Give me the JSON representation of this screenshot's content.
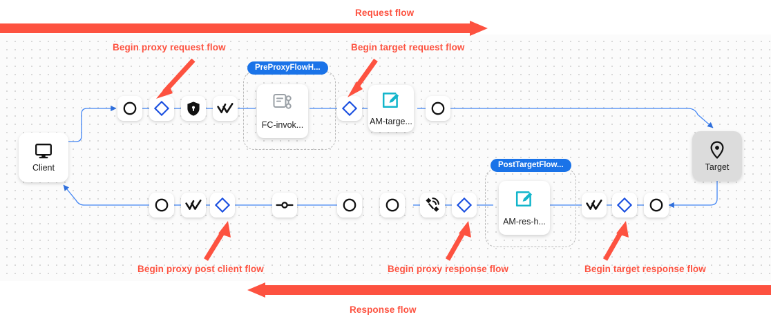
{
  "banners": {
    "request_label": "Request flow",
    "response_label": "Response flow",
    "color": "#FD5240"
  },
  "annotations": [
    {
      "id": "begin-proxy-request-flow",
      "text": "Begin proxy request flow"
    },
    {
      "id": "begin-target-request-flow",
      "text": "Begin target request flow"
    },
    {
      "id": "begin-proxy-post-client-flow",
      "text": "Begin proxy post client flow"
    },
    {
      "id": "begin-proxy-response-flow",
      "text": "Begin proxy response flow"
    },
    {
      "id": "begin-target-response-flow",
      "text": "Begin target response flow"
    }
  ],
  "endpoints": {
    "client": {
      "label": "Client",
      "icon": "monitor-icon"
    },
    "target": {
      "label": "Target",
      "icon": "map-pin-icon"
    }
  },
  "groups": [
    {
      "id": "pre-proxy-flow-hook",
      "pill": "PreProxyFlowH...",
      "card_label": "FC-invok...",
      "card_icon": "flow-callout-icon"
    },
    {
      "id": "post-target-flow-hook",
      "pill": "PostTargetFlow...",
      "card_label": "AM-res-h...",
      "card_icon": "assign-message-icon"
    }
  ],
  "policies": [
    {
      "id": "am-target",
      "label": "AM-targe...",
      "icon": "assign-message-icon"
    }
  ],
  "request_row": [
    {
      "id": "req-step-1",
      "icon": "circle-icon",
      "accent": "#111111"
    },
    {
      "id": "req-step-2",
      "icon": "diamond-icon",
      "accent": "#1A4FE0"
    },
    {
      "id": "req-step-3",
      "icon": "shield-lock-icon",
      "accent": "#111111"
    },
    {
      "id": "req-step-4",
      "icon": "double-check-icon",
      "accent": "#111111"
    },
    {
      "id": "req-step-5",
      "icon": "diamond-icon",
      "accent": "#1A4FE0"
    },
    {
      "id": "req-step-6",
      "icon": "circle-icon",
      "accent": "#111111"
    }
  ],
  "response_row": [
    {
      "id": "res-step-1",
      "icon": "circle-icon",
      "accent": "#111111"
    },
    {
      "id": "res-step-2",
      "icon": "double-check-icon",
      "accent": "#111111"
    },
    {
      "id": "res-step-3",
      "icon": "diamond-icon",
      "accent": "#1A4FE0"
    },
    {
      "id": "res-step-4",
      "icon": "node-link-icon",
      "accent": "#111111"
    },
    {
      "id": "res-step-5",
      "icon": "circle-icon",
      "accent": "#111111"
    },
    {
      "id": "res-step-6",
      "icon": "circle-icon",
      "accent": "#111111"
    },
    {
      "id": "res-step-7",
      "icon": "satellite-icon",
      "accent": "#111111"
    },
    {
      "id": "res-step-8",
      "icon": "diamond-icon",
      "accent": "#1A4FE0"
    },
    {
      "id": "res-step-9",
      "icon": "double-check-icon",
      "accent": "#111111"
    },
    {
      "id": "res-step-10",
      "icon": "diamond-icon",
      "accent": "#1A4FE0"
    },
    {
      "id": "res-step-11",
      "icon": "circle-icon",
      "accent": "#111111"
    }
  ],
  "colors": {
    "edge": "#4285F4",
    "accent_blue": "#1A73E8",
    "diamond_blue": "#1A4FE0",
    "cyan": "#12B5CB",
    "canvas": "#fbfbfb",
    "target_fill": "#dcdcdc"
  }
}
